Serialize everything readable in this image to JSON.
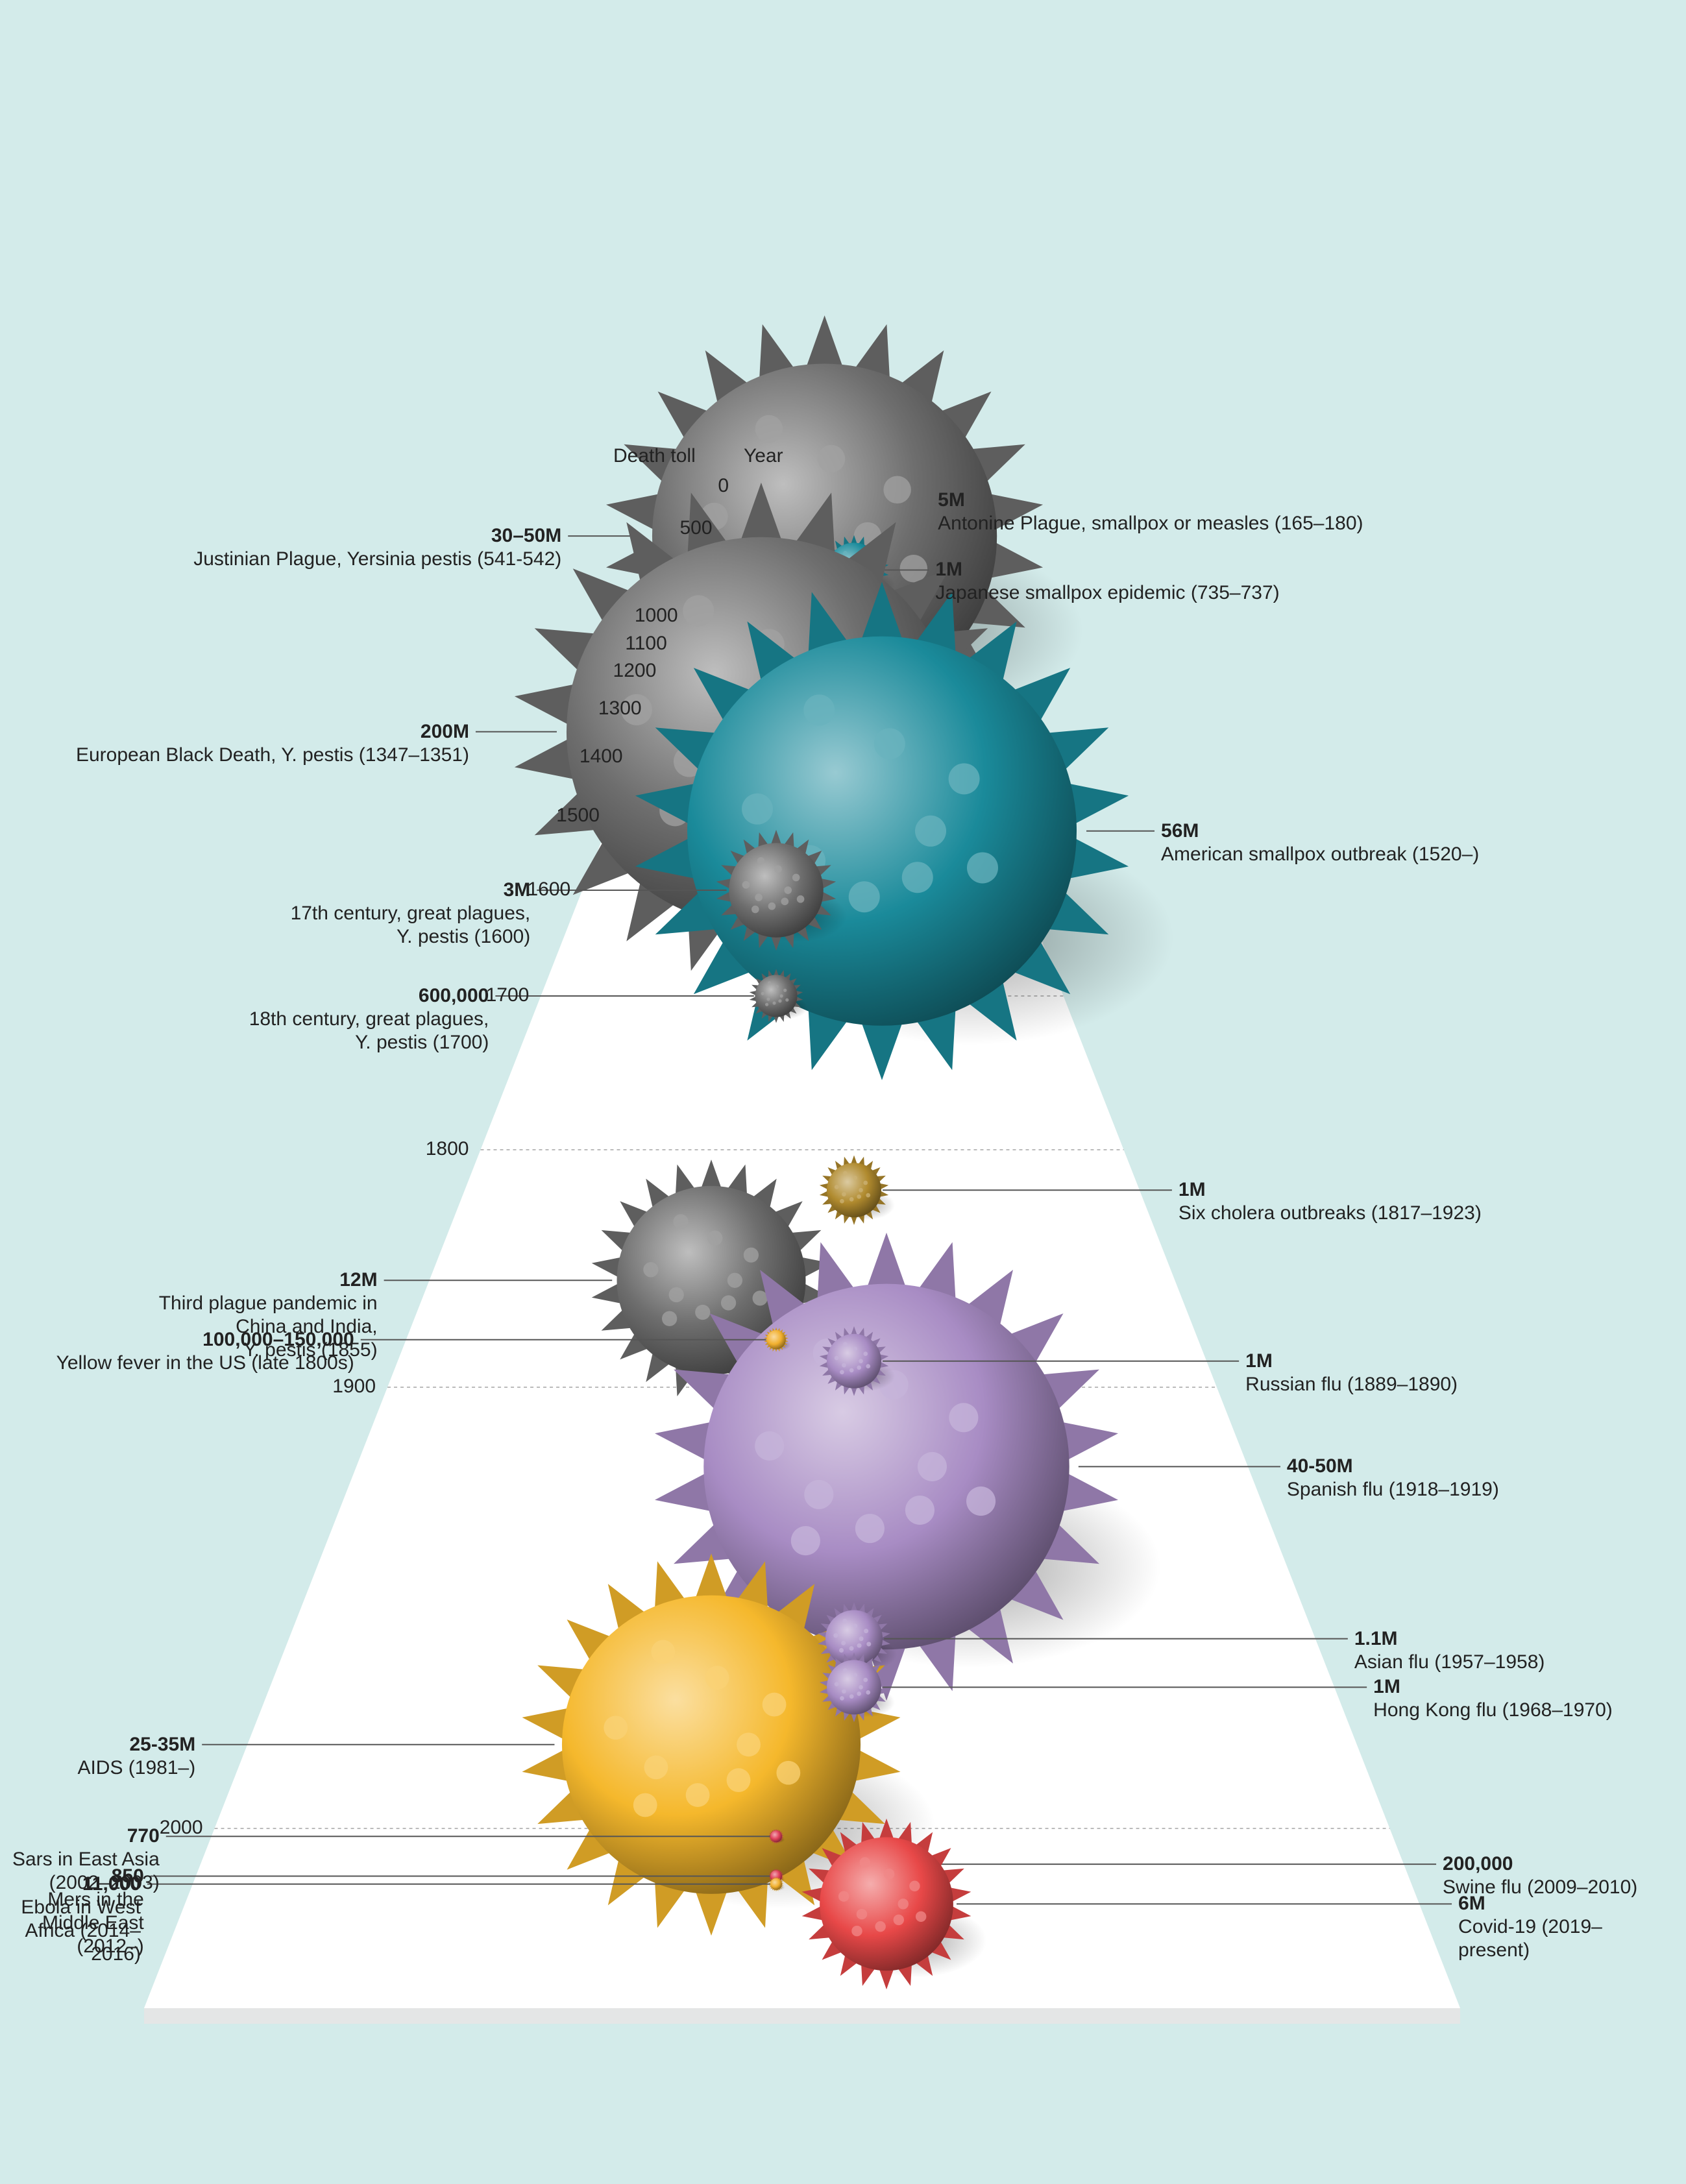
{
  "chart_data": {
    "type": "bubble-timeline",
    "title": "",
    "xlabel": "Death toll",
    "ylabel": "Year",
    "ylim": [
      0,
      2024
    ],
    "y_ticks": [
      0,
      500,
      1000,
      1100,
      1200,
      1300,
      1400,
      1500,
      1600,
      1700,
      1800,
      1900,
      2000
    ],
    "series": [
      {
        "name": "Antonine Plague, smallpox or measles (165–180)",
        "value_label": "5M",
        "deaths": 5000000,
        "year": 165,
        "side": "right",
        "color": "#1a8a9a"
      },
      {
        "name": "Justinian Plague, Yersinia pestis (541-542)",
        "value_label": "30–50M",
        "deaths": 40000000,
        "year": 541,
        "side": "left",
        "color": "#6e6e6e"
      },
      {
        "name": "Japanese smallpox epidemic (735–737)",
        "value_label": "1M",
        "deaths": 1000000,
        "year": 735,
        "side": "right",
        "color": "#1a8a9a"
      },
      {
        "name": "European Black Death, Y. pestis (1347–1351)",
        "value_label": "200M",
        "deaths": 200000000,
        "year": 1347,
        "side": "left",
        "color": "#6e6e6e"
      },
      {
        "name": "American smallpox outbreak (1520–)",
        "value_label": "56M",
        "deaths": 56000000,
        "year": 1520,
        "side": "right",
        "color": "#1a8a9a"
      },
      {
        "name": "17th century, great plagues,\nY. pestis (1600)",
        "value_label": "3M",
        "deaths": 3000000,
        "year": 1600,
        "side": "left",
        "color": "#6e6e6e"
      },
      {
        "name": "18th century, great plagues,\nY. pestis (1700)",
        "value_label": "600,000",
        "deaths": 600000,
        "year": 1700,
        "side": "left",
        "color": "#6e6e6e"
      },
      {
        "name": "Six cholera outbreaks (1817–1923)",
        "value_label": "1M",
        "deaths": 1000000,
        "year": 1817,
        "side": "right",
        "color": "#b08a2e"
      },
      {
        "name": "Third plague pandemic in\nChina and India,\nY. pestis (1855)",
        "value_label": "12M",
        "deaths": 12000000,
        "year": 1855,
        "side": "left",
        "color": "#6e6e6e"
      },
      {
        "name": "Spanish flu (1918–1919)",
        "value_label": "40-50M",
        "deaths": 45000000,
        "year": 1918,
        "side": "right",
        "color": "#a88cc4"
      },
      {
        "name": "Yellow fever in the US (late 1800s)",
        "value_label": "100,000–150,000",
        "deaths": 125000,
        "year": 1880,
        "side": "left",
        "color": "#f2b02e"
      },
      {
        "name": "Russian flu (1889–1890)",
        "value_label": "1M",
        "deaths": 1000000,
        "year": 1889,
        "side": "right",
        "color": "#a88cc4"
      },
      {
        "name": "AIDS (1981–)",
        "value_label": "25-35M",
        "deaths": 30000000,
        "year": 1981,
        "side": "left",
        "color": "#f5b82c"
      },
      {
        "name": "Asian flu (1957–1958)",
        "value_label": "1.1M",
        "deaths": 1100000,
        "year": 1957,
        "side": "right",
        "color": "#a88cc4"
      },
      {
        "name": "Hong Kong flu (1968–1970)",
        "value_label": "1M",
        "deaths": 1000000,
        "year": 1968,
        "side": "right",
        "color": "#a88cc4"
      },
      {
        "name": "Sars in East Asia (2002–2003)",
        "value_label": "770",
        "deaths": 770,
        "year": 2002,
        "side": "left",
        "color": "#e0405a"
      },
      {
        "name": "Mers in the Middle East (2012–)",
        "value_label": "850",
        "deaths": 850,
        "year": 2012,
        "side": "left",
        "color": "#e0405a"
      },
      {
        "name": "Ebola in West Africa (2014–2016)",
        "value_label": "11,000",
        "deaths": 11000,
        "year": 2014,
        "side": "left",
        "color": "#f2b02e"
      },
      {
        "name": "Swine flu (2009–2010)",
        "value_label": "200,000",
        "deaths": 200000,
        "year": 2009,
        "side": "right",
        "color": "#a88cc4"
      },
      {
        "name": "Covid-19 (2019–present)",
        "value_label": "6M",
        "deaths": 6000000,
        "year": 2019,
        "side": "right",
        "color": "#e84848"
      }
    ]
  }
}
